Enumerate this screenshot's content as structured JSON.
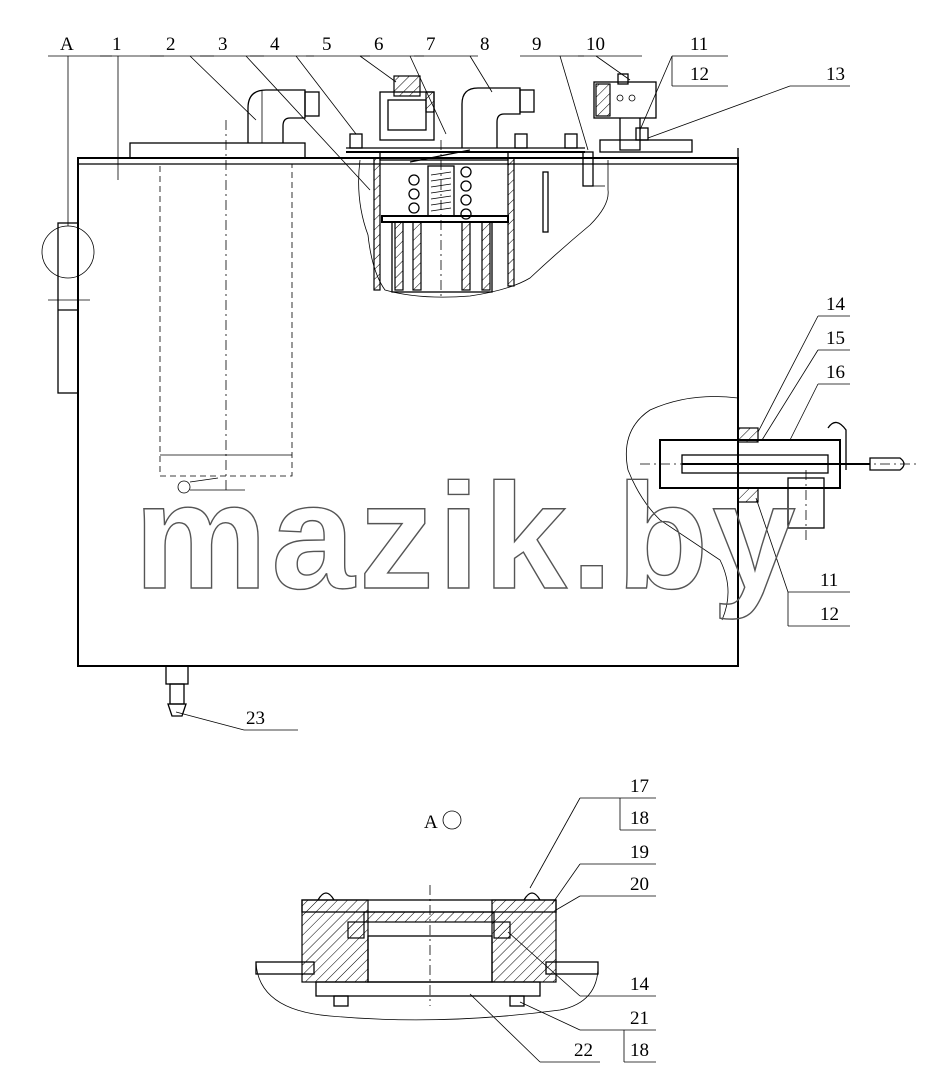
{
  "watermark": "mazik.by",
  "view_label": "A",
  "labels": {
    "a_top": "A",
    "n1": "1",
    "n2": "2",
    "n3": "3",
    "n4": "4",
    "n5": "5",
    "n6": "6",
    "n7": "7",
    "n8": "8",
    "n9": "9",
    "n10": "10",
    "n11a": "11",
    "n12a": "12",
    "n13": "13",
    "n14a": "14",
    "n15": "15",
    "n16": "16",
    "n11b": "11",
    "n12b": "12",
    "n23": "23",
    "n17": "17",
    "n18a": "18",
    "n19": "19",
    "n20": "20",
    "n14b": "14",
    "n21": "21",
    "n18b": "18",
    "n22": "22"
  }
}
